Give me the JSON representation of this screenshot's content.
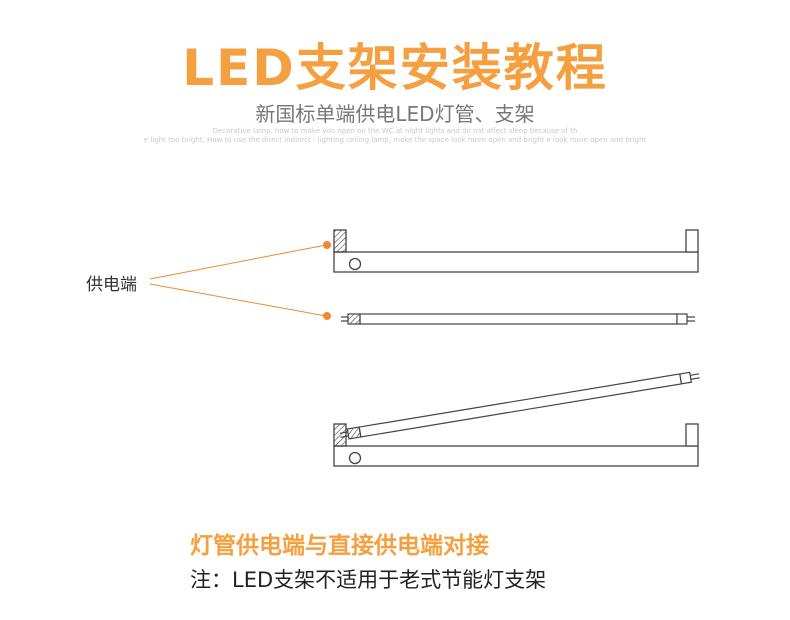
{
  "header": {
    "title": "LED支架安装教程",
    "subtitle": "新国标单端供电LED灯管、支架",
    "fine_line_1": "Decorative lamp, how to make you open on the WC at night lights and do not affect sleep because      of th",
    "fine_line_2": "e light too bright, How to use the direct indirect - lighting ceiling lamp, make the space look more open and bright    e look more open and bright"
  },
  "diagram": {
    "callout_label": "供电端",
    "colors": {
      "accent": "#f5a040",
      "line": "#444444",
      "pointer": "#f08a30"
    }
  },
  "notes": {
    "heading": "灯管供电端与直接供电端对接",
    "note": "注：LED支架不适用于老式节能灯支架"
  }
}
